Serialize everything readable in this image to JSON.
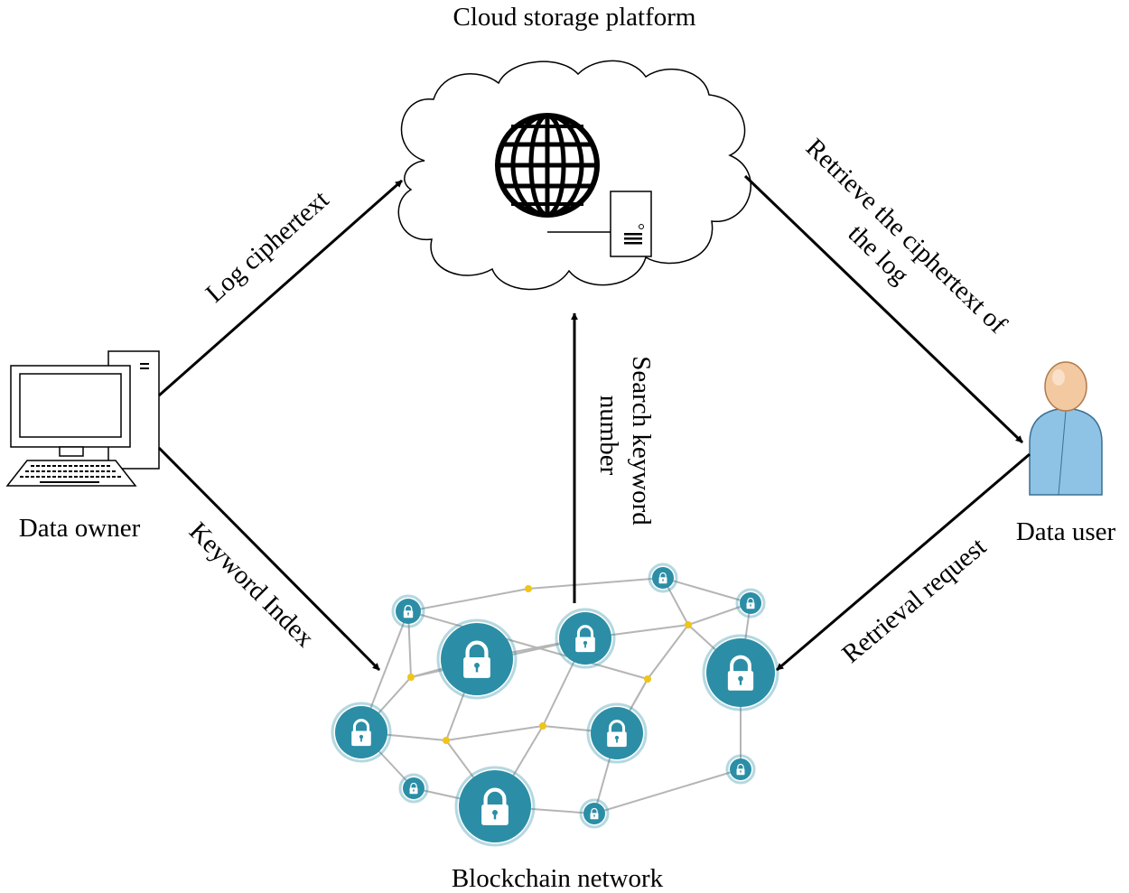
{
  "nodes": {
    "cloud_title": "Cloud storage platform",
    "data_owner": "Data owner",
    "data_user": "Data user",
    "blockchain": "Blockchain network"
  },
  "edges": {
    "log_ciphertext": "Log ciphertext",
    "retrieve_line1": "Retrieve the ciphertext of",
    "retrieve_line2": "the log",
    "search_line1": "Search keyword",
    "search_line2": "number",
    "keyword_index": "Keyword Index",
    "retrieval_request": "Retrieval request"
  },
  "colors": {
    "node_teal": "#2b8ea6",
    "junction_yellow": "#f0c419",
    "link_gray": "#b5b5b5",
    "user_blue": "#8fc3e6",
    "user_skin": "#f2c9a0"
  },
  "icons": [
    "globe-icon",
    "server-icon",
    "computer-icon",
    "user-icon",
    "lock-icon"
  ]
}
